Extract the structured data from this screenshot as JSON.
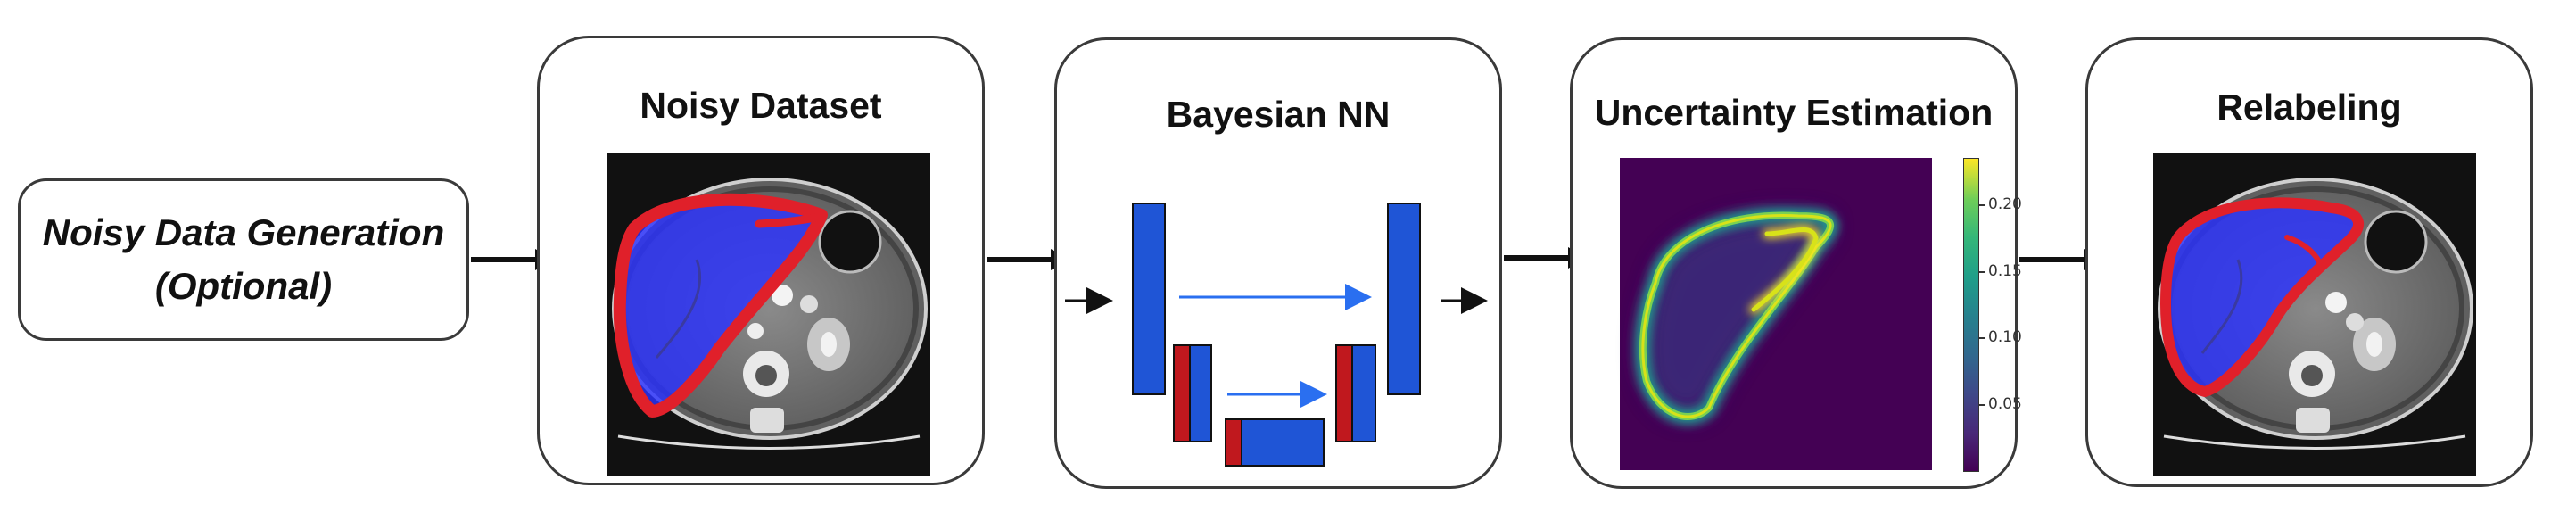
{
  "generation": {
    "line1": "Noisy Data Generation",
    "line2": "(Optional)"
  },
  "stages": {
    "noisy_dataset": "Noisy Dataset",
    "bayesian_nn": "Bayesian NN",
    "uncertainty": "Uncertainty Estimation",
    "relabeling": "Relabeling"
  },
  "colorbar": {
    "ticks": [
      "0.20",
      "0.15",
      "0.10",
      "0.05"
    ],
    "tick_values": [
      0.2,
      0.15,
      0.1,
      0.05
    ],
    "range": [
      0.0,
      0.235
    ]
  },
  "colors": {
    "unet_block": "#1f55d6",
    "unet_accent": "#c0181e",
    "skip_arrow": "#2a6ff0",
    "liver_fill": "#2b32ff",
    "liver_outline": "#e0202a",
    "viridis_low": "#440154",
    "viridis_high": "#fde725"
  }
}
